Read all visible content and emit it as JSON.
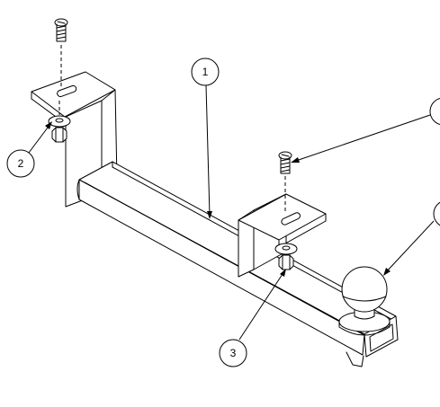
{
  "callouts": [
    {
      "id": "c1",
      "label": "1"
    },
    {
      "id": "c2",
      "label": "2"
    },
    {
      "id": "c3",
      "label": "3"
    }
  ]
}
